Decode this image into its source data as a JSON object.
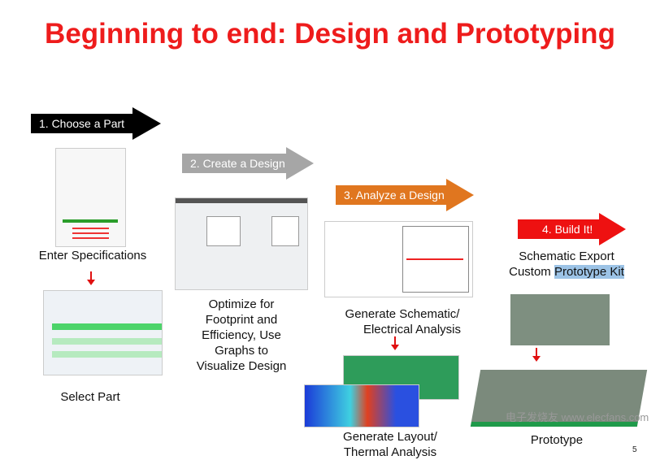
{
  "title": "Beginning to end: Design and Prototyping",
  "steps": [
    {
      "label": "1.  Choose a Part",
      "color": "#000000"
    },
    {
      "label": "2. Create a Design",
      "color": "#a6a6a6"
    },
    {
      "label": "3. Analyze a Design",
      "color": "#e0761f"
    },
    {
      "label": "4. Build It!",
      "color": "#ee1111"
    }
  ],
  "captions": {
    "enter_specs": "Enter Specifications",
    "select_part": "Select Part",
    "optimize": [
      "Optimize for",
      "Footprint and",
      "Efficiency, Use",
      "Graphs to",
      "Visualize Design"
    ],
    "schematic": [
      "Generate Schematic/",
      "Electrical Analysis"
    ],
    "layout": [
      "Generate Layout/",
      "Thermal Analysis"
    ],
    "export_line1": "Schematic Export",
    "export_line2_a": "Custom ",
    "export_line2_b": "Prototype Kit",
    "prototype": "Prototype"
  },
  "page_number": "5",
  "watermark": "电子发烧友 www.elecfans.com"
}
